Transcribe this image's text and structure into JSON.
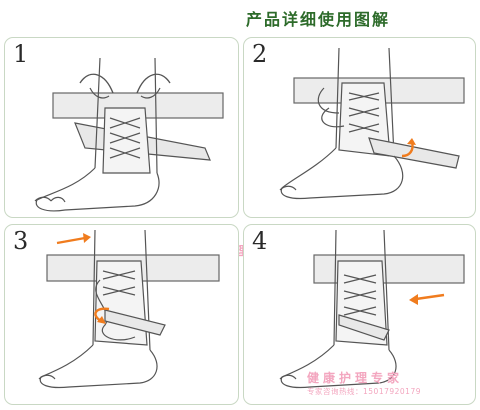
{
  "page_title": "产品详细使用图解",
  "steps": [
    {
      "number": "1"
    },
    {
      "number": "2"
    },
    {
      "number": "3"
    },
    {
      "number": "4"
    }
  ],
  "watermark": {
    "title": "健康护理专家",
    "hotline": "专家咨询热线：15017920179"
  },
  "colors": {
    "title": "#2d6b2a",
    "panel_border": "#c9d8c4",
    "arrow": "#f07c1e",
    "watermark": "#f3a6bf"
  },
  "icons": [
    "arrow-curved-up-icon",
    "arrow-right-icon",
    "arrow-curved-down-icon",
    "arrow-left-icon"
  ]
}
